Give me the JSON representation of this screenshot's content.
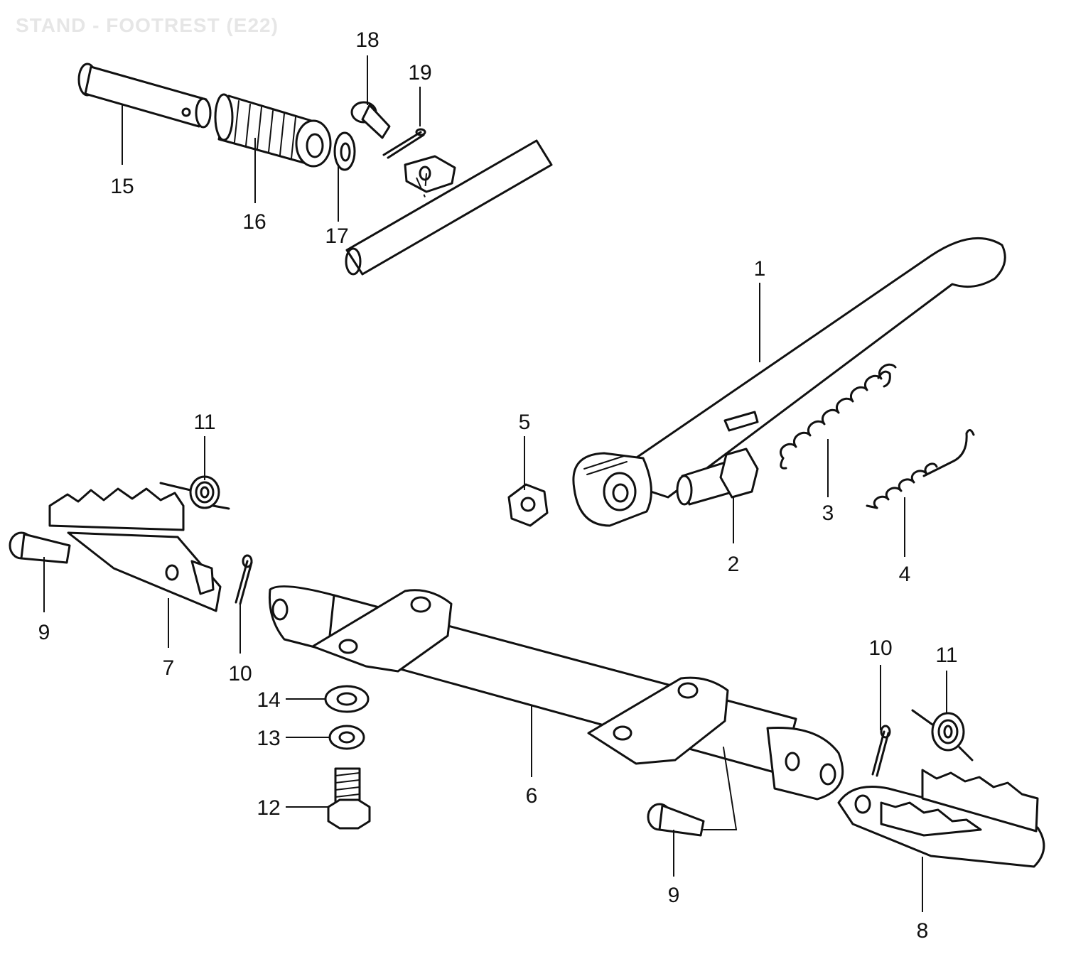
{
  "title": "STAND - FOOTREST (E22)",
  "colors": {
    "ink": "#111111",
    "title_ghost": "#e6e6e6",
    "background": "#ffffff"
  },
  "callouts": [
    {
      "id": "c15",
      "label": "15"
    },
    {
      "id": "c16",
      "label": "16"
    },
    {
      "id": "c17",
      "label": "17"
    },
    {
      "id": "c18",
      "label": "18"
    },
    {
      "id": "c19",
      "label": "19"
    },
    {
      "id": "c1",
      "label": "1"
    },
    {
      "id": "c5",
      "label": "5"
    },
    {
      "id": "c2",
      "label": "2"
    },
    {
      "id": "c3",
      "label": "3"
    },
    {
      "id": "c4",
      "label": "4"
    },
    {
      "id": "c11a",
      "label": "11"
    },
    {
      "id": "c9a",
      "label": "9"
    },
    {
      "id": "c7",
      "label": "7"
    },
    {
      "id": "c10a",
      "label": "10"
    },
    {
      "id": "c14",
      "label": "14"
    },
    {
      "id": "c13",
      "label": "13"
    },
    {
      "id": "c12",
      "label": "12"
    },
    {
      "id": "c6",
      "label": "6"
    },
    {
      "id": "c10b",
      "label": "10"
    },
    {
      "id": "c11b",
      "label": "11"
    },
    {
      "id": "c9b",
      "label": "9"
    },
    {
      "id": "c8",
      "label": "8"
    }
  ]
}
